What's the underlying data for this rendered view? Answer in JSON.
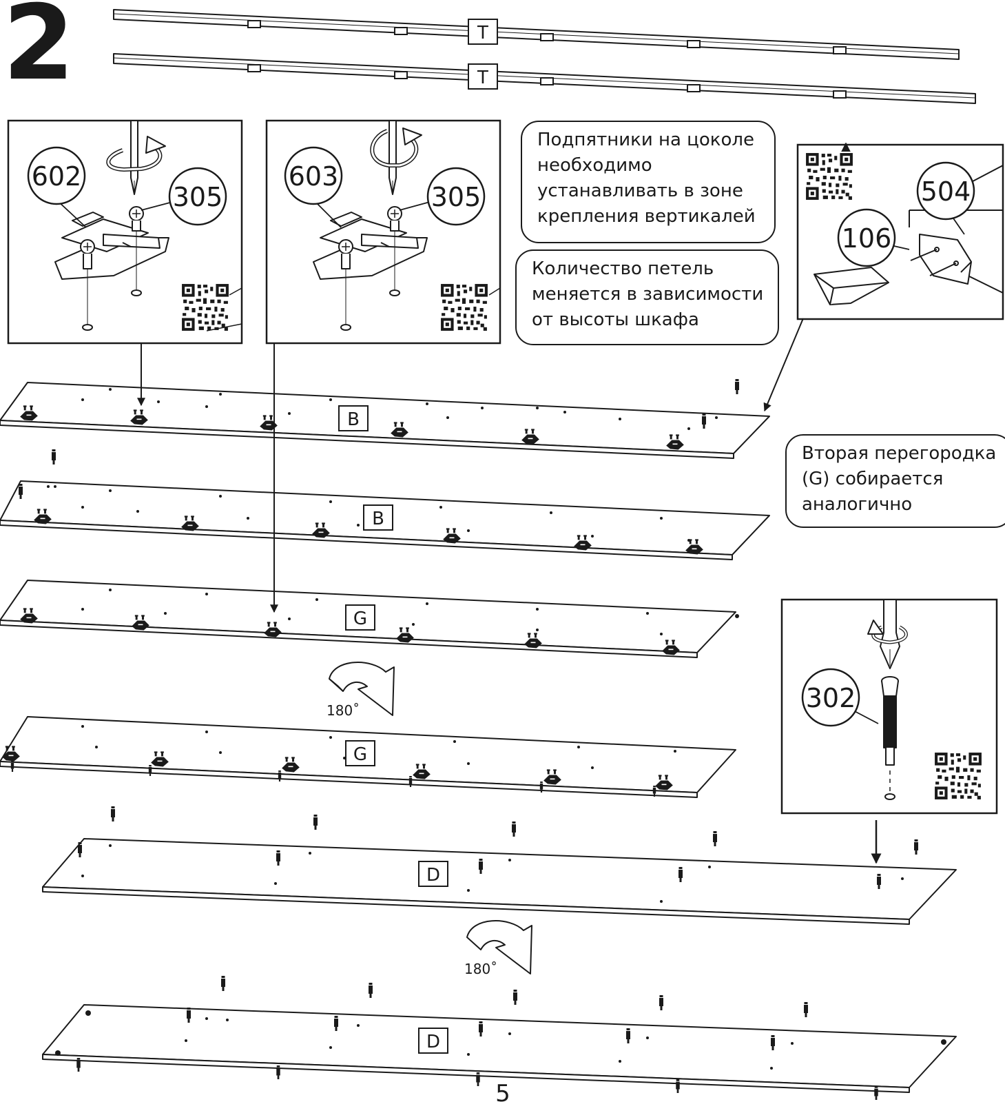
{
  "step_number": "2",
  "page_number": "5",
  "rail_labels": [
    "T",
    "T"
  ],
  "panel_labels": [
    "B",
    "B",
    "G",
    "G",
    "D",
    "D"
  ],
  "notes": {
    "base_feet": [
      "Подпятники на цоколе",
      "необходимо",
      "устанавливать в зоне",
      "крепления вертикалей"
    ],
    "hinge_count": [
      "Количество петель",
      "меняется в зависимости",
      "от высоты шкафа"
    ],
    "partition": [
      "Вторая перегородка",
      "(G) собирается",
      "аналогично"
    ]
  },
  "callouts": {
    "box1": [
      "602",
      "305"
    ],
    "box2": [
      "603",
      "305"
    ],
    "box3": [
      "504",
      "106"
    ],
    "box4": [
      "302"
    ]
  },
  "rotations": [
    "180˚",
    "180˚"
  ],
  "icons": [
    "screwdriver-icon",
    "rotate-arrow-icon",
    "hinge-plate-icon",
    "qr-code-icon",
    "dowel-icon",
    "flip-arrow-icon"
  ],
  "colors": {
    "ink": "#1a1a1a",
    "paper": "#ffffff"
  }
}
